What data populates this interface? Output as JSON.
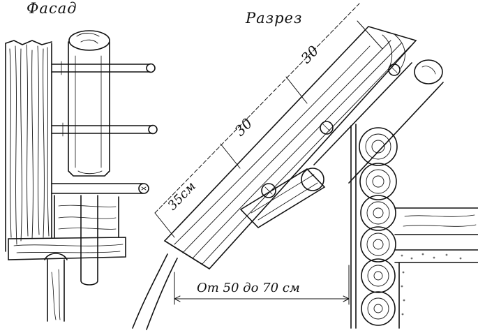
{
  "titles": {
    "facade": "Фасад",
    "section": "Разрез"
  },
  "dimensions": {
    "top_segment": "30",
    "middle_segment": "30",
    "lower_segment": "35см",
    "spacing": "От 50 до 70 см"
  },
  "colors": {
    "ink": "#111111",
    "paper": "#ffffff"
  }
}
